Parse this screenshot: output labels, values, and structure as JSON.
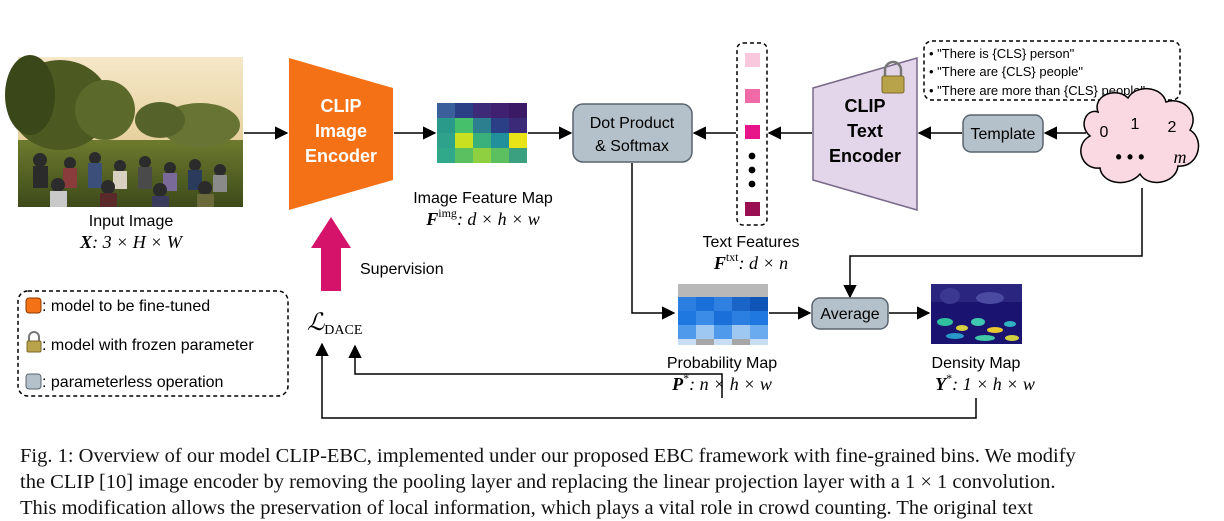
{
  "input_image": {
    "label": "Input Image",
    "symbol": "X",
    "dims": ": 3 × H × W"
  },
  "image_encoder": {
    "line1": "CLIP",
    "line2": "Image",
    "line3": "Encoder"
  },
  "image_feature_map": {
    "label": "Image Feature Map",
    "symbol": "F",
    "sup": "img",
    "dims": ": d × h × w"
  },
  "dot_product": {
    "line1": "Dot Product",
    "line2": "& Softmax"
  },
  "text_encoder": {
    "line1": "CLIP",
    "line2": "Text",
    "line3": "Encoder"
  },
  "template": {
    "label": "Template"
  },
  "prompts": [
    "• \"There is {CLS} person\"",
    "• \"There are {CLS} people\"",
    "• \"There are more than {CLS} people\""
  ],
  "bins_cloud": {
    "b0": "0",
    "b1": "1",
    "b2": "2",
    "dots": "• • •",
    "m": "m"
  },
  "text_features": {
    "label": "Text Features",
    "symbol": "F",
    "sup": "txt",
    "dims": ": d × n"
  },
  "probability_map": {
    "label": "Probability Map",
    "symbol": "P",
    "sup": "*",
    "dims": ": n × h × w"
  },
  "average": {
    "label": "Average"
  },
  "density_map": {
    "label": "Density Map",
    "symbol": "Y",
    "sup": "*",
    "dims": ": 1 × h × w"
  },
  "supervision": {
    "label": "Supervision"
  },
  "loss": {
    "symbol": "ℒ",
    "sub": "DACE"
  },
  "legend": {
    "finetune": ": model to be fine-tuned",
    "frozen": ": model with frozen parameter",
    "paramless": ": parameterless operation"
  },
  "caption": {
    "line1": "Fig. 1: Overview of our model CLIP-EBC, implemented under our proposed EBC framework with fine-grained bins. We modify",
    "line2": "the CLIP [10] image encoder by removing the pooling layer and replacing the linear projection layer with a 1 × 1 convolution.",
    "line3": "This modification allows the preservation of local information, which plays a vital role in crowd counting. The original text"
  },
  "colors": {
    "encoder_orange": "#f47215",
    "text_encoder_lavender": "#e3d6ea",
    "gray_box": "#b5c1ca",
    "gray_box_border": "#5a6470",
    "supervision_arrow": "#d6136a",
    "cloud_fill": "#fbd9e3"
  }
}
